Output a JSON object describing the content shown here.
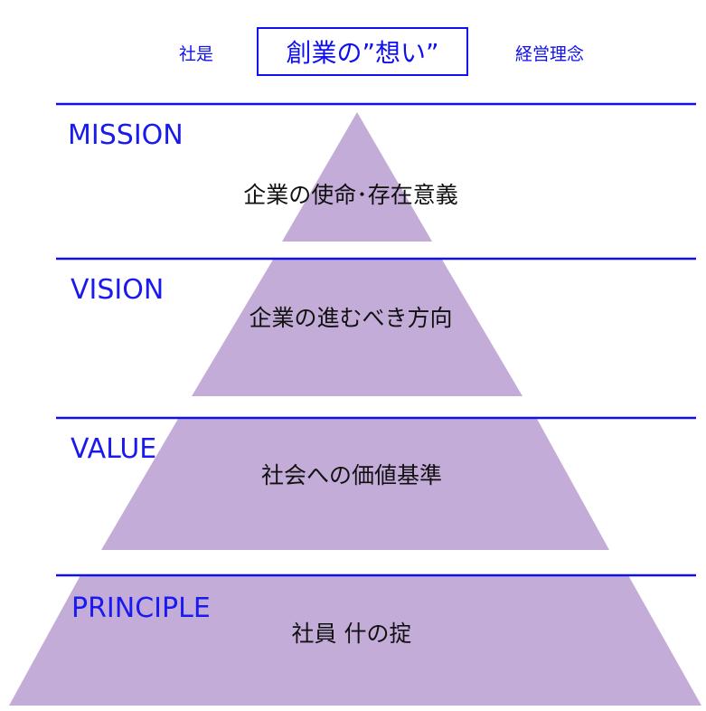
{
  "header": {
    "left_label": "社是",
    "title": "創業の”想い”",
    "right_label": "経営理念"
  },
  "levels": [
    {
      "name": "MISSION",
      "description": "企業の使命･存在意義"
    },
    {
      "name": "VISION",
      "description": "企業の進むべき方向"
    },
    {
      "name": "VALUE",
      "description": "社会への価値基準"
    },
    {
      "name": "PRINCIPLE",
      "description": "社員 什の掟"
    }
  ],
  "colors": {
    "pyramid": "#c4acd8",
    "line": "#1010ee",
    "text_accent": "#1010ee"
  }
}
